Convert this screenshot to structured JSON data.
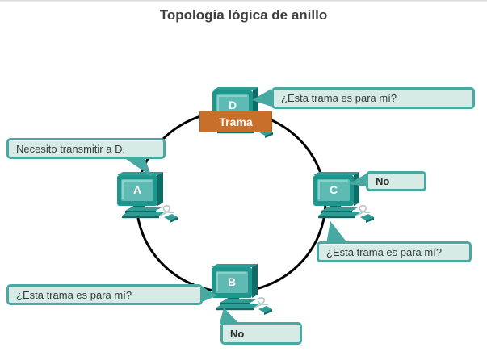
{
  "title": "Topología lógica de anillo",
  "frame": {
    "label": "Trama"
  },
  "nodes": [
    {
      "id": "A",
      "label": "A"
    },
    {
      "id": "B",
      "label": "B"
    },
    {
      "id": "C",
      "label": "C"
    },
    {
      "id": "D",
      "label": "D"
    }
  ],
  "callouts": {
    "d_question": "¿Esta trama es para mí?",
    "a_statement": "Necesito transmitir a D.",
    "c_no": "No",
    "c_question": "¿Esta trama es para mí?",
    "b_question": "¿Esta trama es para mí?",
    "b_no": "No"
  },
  "colors": {
    "pc_teal": "#1d968e",
    "pc_screen": "#5fbab3",
    "pc_dark": "#0e6b66",
    "bubble_fill": "#d6ebe6",
    "bubble_border": "#47a9a1",
    "frame_orange": "#c8702b",
    "ring": "#000000",
    "title_text": "#3f3f3f"
  }
}
